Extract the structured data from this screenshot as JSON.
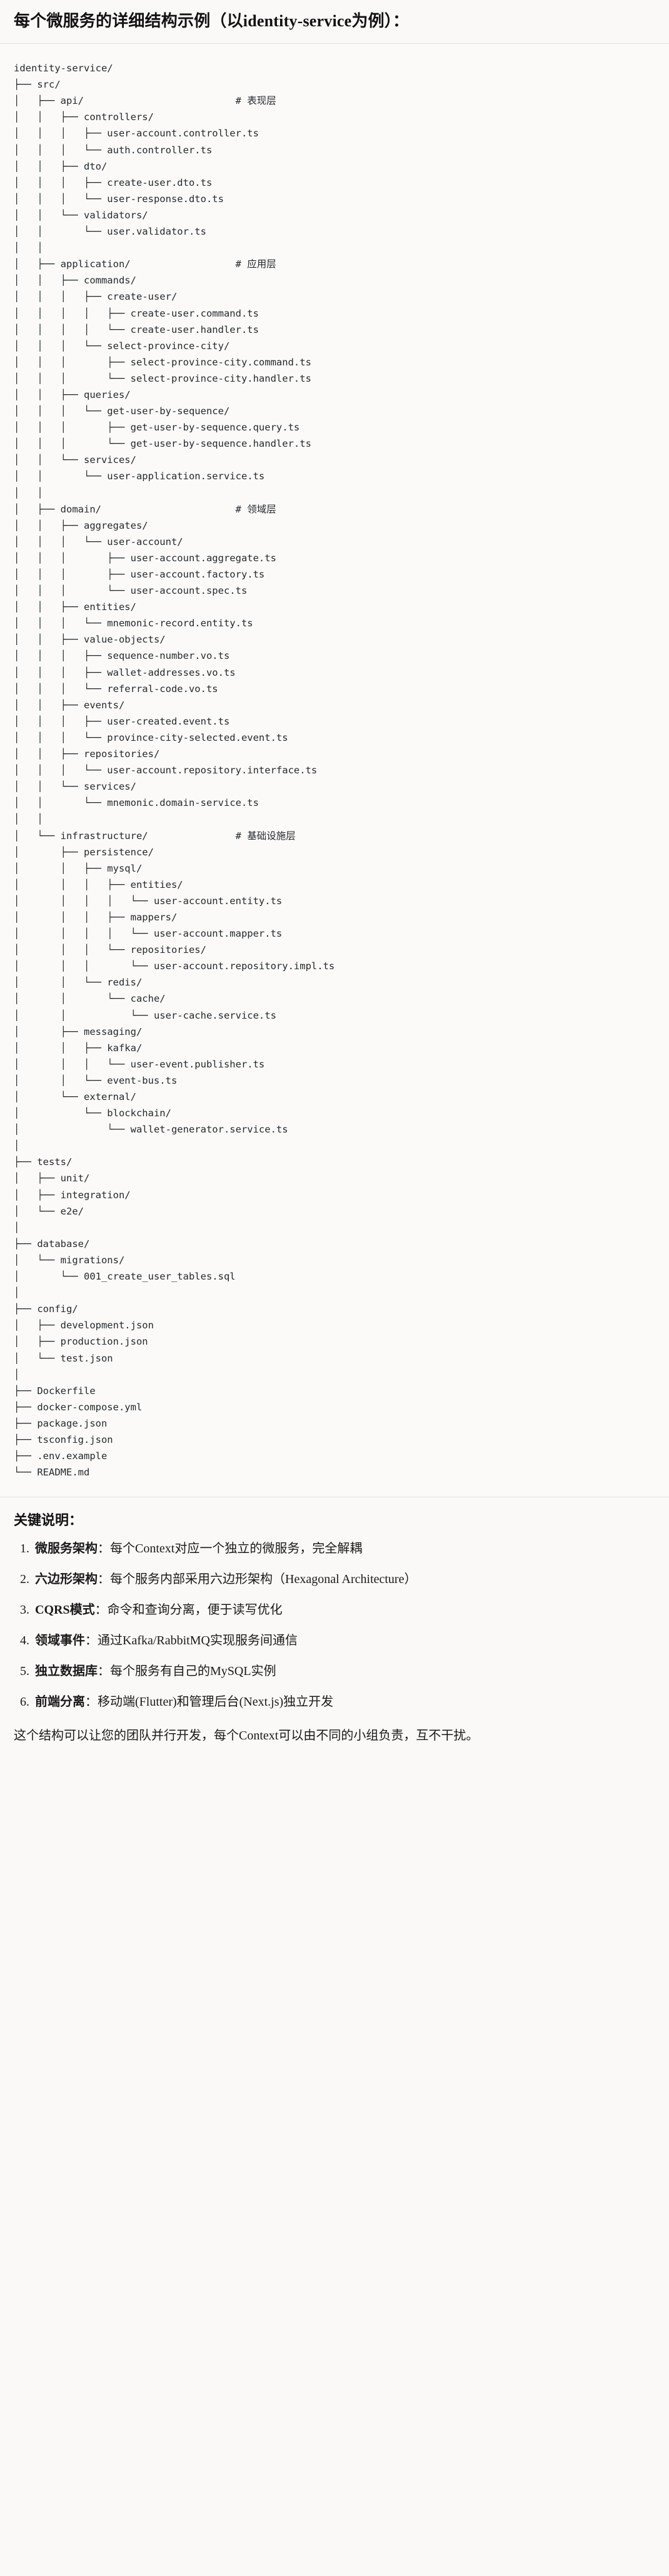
{
  "header": {
    "title": "每个微服务的详细结构示例（以identity-service为例）："
  },
  "tree": {
    "text": "identity-service/\n├── src/\n│   ├── api/                          # 表现层\n│   │   ├── controllers/\n│   │   │   ├── user-account.controller.ts\n│   │   │   └── auth.controller.ts\n│   │   ├── dto/\n│   │   │   ├── create-user.dto.ts\n│   │   │   └── user-response.dto.ts\n│   │   └── validators/\n│   │       └── user.validator.ts\n│   │\n│   ├── application/                  # 应用层\n│   │   ├── commands/\n│   │   │   ├── create-user/\n│   │   │   │   ├── create-user.command.ts\n│   │   │   │   └── create-user.handler.ts\n│   │   │   └── select-province-city/\n│   │   │       ├── select-province-city.command.ts\n│   │   │       └── select-province-city.handler.ts\n│   │   ├── queries/\n│   │   │   └── get-user-by-sequence/\n│   │   │       ├── get-user-by-sequence.query.ts\n│   │   │       └── get-user-by-sequence.handler.ts\n│   │   └── services/\n│   │       └── user-application.service.ts\n│   │\n│   ├── domain/                       # 领域层\n│   │   ├── aggregates/\n│   │   │   └── user-account/\n│   │   │       ├── user-account.aggregate.ts\n│   │   │       ├── user-account.factory.ts\n│   │   │       └── user-account.spec.ts\n│   │   ├── entities/\n│   │   │   └── mnemonic-record.entity.ts\n│   │   ├── value-objects/\n│   │   │   ├── sequence-number.vo.ts\n│   │   │   ├── wallet-addresses.vo.ts\n│   │   │   └── referral-code.vo.ts\n│   │   ├── events/\n│   │   │   ├── user-created.event.ts\n│   │   │   └── province-city-selected.event.ts\n│   │   ├── repositories/\n│   │   │   └── user-account.repository.interface.ts\n│   │   └── services/\n│   │       └── mnemonic.domain-service.ts\n│   │\n│   └── infrastructure/               # 基础设施层\n│       ├── persistence/\n│       │   ├── mysql/\n│       │   │   ├── entities/\n│       │   │   │   └── user-account.entity.ts\n│       │   │   ├── mappers/\n│       │   │   │   └── user-account.mapper.ts\n│       │   │   └── repositories/\n│       │   │       └── user-account.repository.impl.ts\n│       │   └── redis/\n│       │       └── cache/\n│       │           └── user-cache.service.ts\n│       ├── messaging/\n│       │   ├── kafka/\n│       │   │   └── user-event.publisher.ts\n│       │   └── event-bus.ts\n│       └── external/\n│           └── blockchain/\n│               └── wallet-generator.service.ts\n│\n├── tests/\n│   ├── unit/\n│   ├── integration/\n│   └── e2e/\n│\n├── database/\n│   └── migrations/\n│       └── 001_create_user_tables.sql\n│\n├── config/\n│   ├── development.json\n│   ├── production.json\n│   └── test.json\n│\n├── Dockerfile\n├── docker-compose.yml\n├── package.json\n├── tsconfig.json\n├── .env.example\n└── README.md"
  },
  "notes": {
    "title": "关键说明：",
    "items": [
      {
        "term": "微服务架构",
        "sep": "：",
        "desc": "每个Context对应一个独立的微服务，完全解耦"
      },
      {
        "term": "六边形架构",
        "sep": "：",
        "desc": "每个服务内部采用六边形架构（Hexagonal Architecture）"
      },
      {
        "term": "CQRS模式",
        "sep": "：",
        "desc": "命令和查询分离，便于读写优化"
      },
      {
        "term": "领域事件",
        "sep": "：",
        "desc": "通过Kafka/RabbitMQ实现服务间通信"
      },
      {
        "term": "独立数据库",
        "sep": "：",
        "desc": "每个服务有自己的MySQL实例"
      },
      {
        "term": "前端分离",
        "sep": "：",
        "desc": "移动端(Flutter)和管理后台(Next.js)独立开发"
      }
    ],
    "closing": "这个结构可以让您的团队并行开发，每个Context可以由不同的小组负责，互不干扰。"
  }
}
